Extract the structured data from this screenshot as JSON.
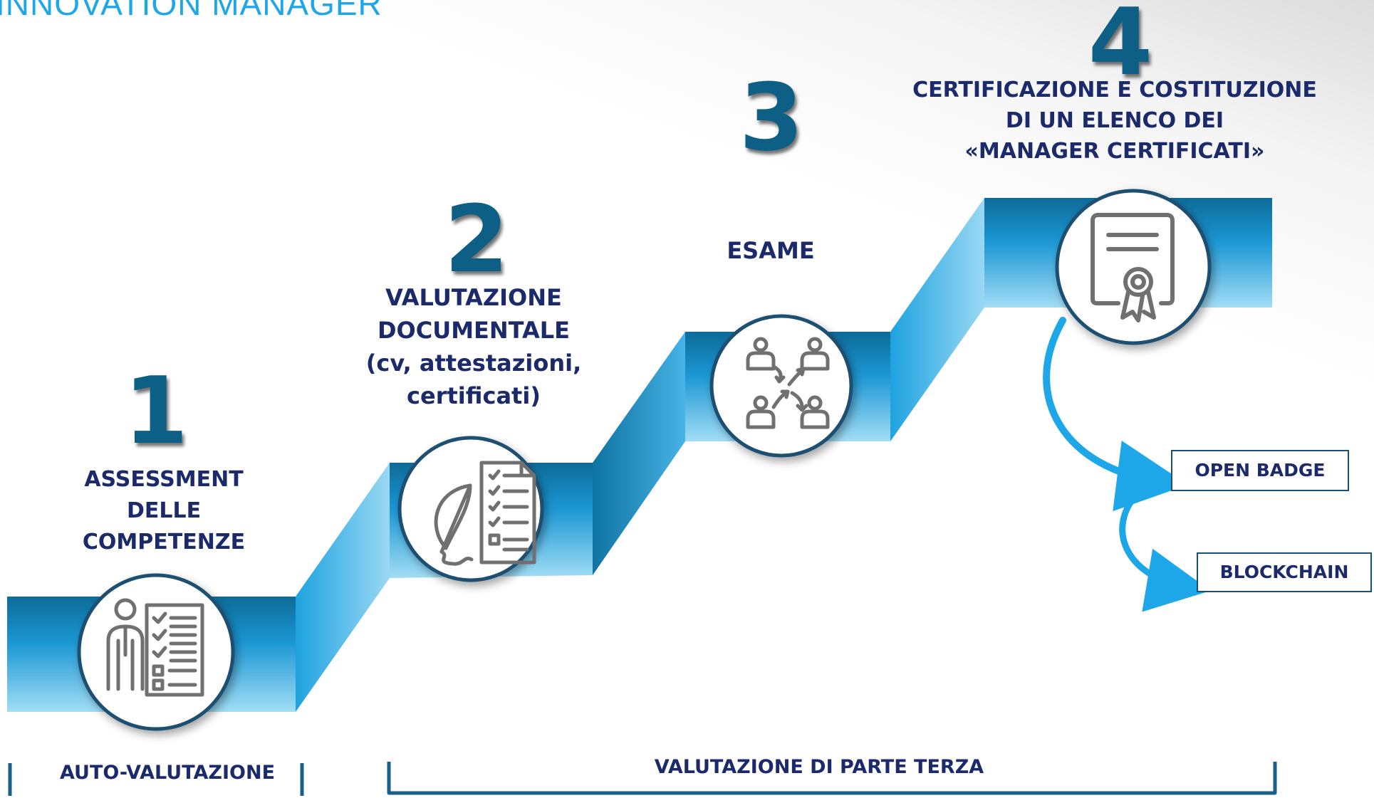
{
  "header": {
    "title": "INNOVATION MANAGER"
  },
  "steps": [
    {
      "number": "1",
      "title_lines": [
        "ASSESSMENT",
        "DELLE",
        "COMPETENZE"
      ],
      "icon": "person-checklist-icon"
    },
    {
      "number": "2",
      "title_lines": [
        "VALUTAZIONE",
        "DOCUMENTALE",
        "(cv, attestazioni,",
        "certificati)"
      ],
      "icon": "document-quill-icon"
    },
    {
      "number": "3",
      "title_lines": [
        "ESAME"
      ],
      "icon": "people-network-icon"
    },
    {
      "number": "4",
      "title_lines": [
        "CERTIFICAZIONE E COSTITUZIONE",
        "DI UN ELENCO DEI",
        "«MANAGER CERTIFICATI»"
      ],
      "icon": "certificate-icon"
    }
  ],
  "outputs": [
    {
      "label": "OPEN BADGE"
    },
    {
      "label": "BLOCKCHAIN"
    }
  ],
  "phases": {
    "self": "AUTO-VALUTAZIONE",
    "third_party": "VALUTAZIONE DI PARTE TERZA"
  },
  "colors": {
    "ribbon_dark": "#0b6f9c",
    "ribbon_mid": "#1ea0dc",
    "ribbon_light": "#8dd3f3",
    "number": "#0d5f86",
    "text": "#1b2a6b",
    "circle_border": "#1b4f72",
    "icon": "#707070",
    "arrow": "#1ea7e8",
    "bracket": "#1b5f88"
  }
}
